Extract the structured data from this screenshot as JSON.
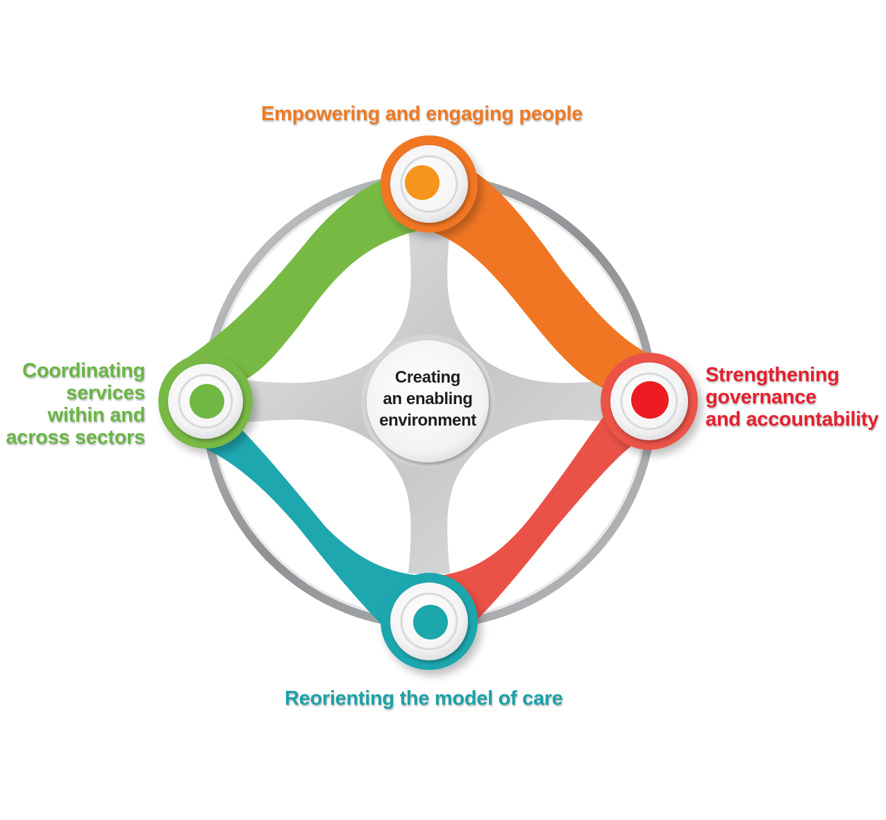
{
  "center": {
    "lines": [
      "Creating",
      "an enabling",
      "environment"
    ],
    "color": "#1e1e1e"
  },
  "strategies": {
    "top": {
      "lines": [
        "Empowering and engaging people"
      ],
      "color": "#ef7a22",
      "dot_color": "#f7941d"
    },
    "right": {
      "lines": [
        "Strengthening",
        "governance",
        "and accountability"
      ],
      "color": "#e5202e",
      "dot_color": "#ec1c24"
    },
    "bottom": {
      "lines": [
        "Reorienting the model of care"
      ],
      "color": "#1ca1a8",
      "dot_color": "#1da7ad"
    },
    "left": {
      "lines": [
        "Coordinating",
        "services",
        "within and",
        "across sectors"
      ],
      "color": "#6ab545",
      "dot_color": "#71b944"
    }
  },
  "colors": {
    "ring": "#a9abae",
    "spokes": "#d4d5d7",
    "orange_band": "#f07623",
    "red_band": "#eb5247",
    "teal_band": "#1ea7af",
    "green_band": "#78b944"
  }
}
